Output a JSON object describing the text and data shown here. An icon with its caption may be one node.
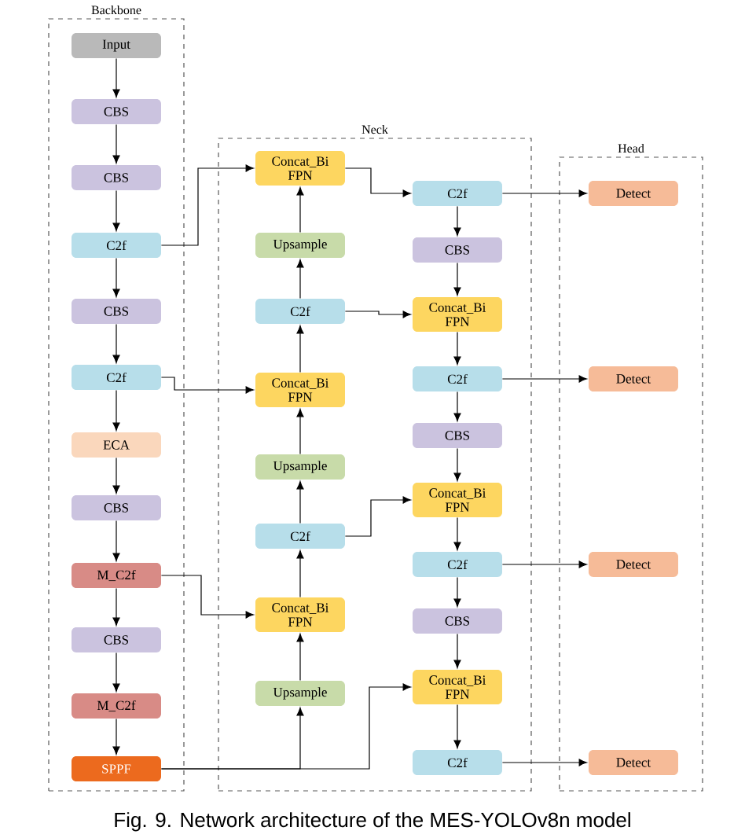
{
  "diagram": {
    "caption": "Fig. 9. Network architecture of the MES-YOLOv8n model",
    "nodes": [
      {
        "text": [
          "Backbone"
        ]
      },
      {
        "text": [
          "Input"
        ],
        "in": 0
      },
      {
        "text": [
          "CBS"
        ],
        "in": 0
      },
      {
        "text": [
          "CBS"
        ],
        "in": 0
      },
      {
        "text": [
          "C2f"
        ],
        "in": 0
      },
      {
        "text": [
          "CBS"
        ],
        "in": 0
      },
      {
        "text": [
          "C2f"
        ],
        "in": 0
      },
      {
        "text": [
          "ECA"
        ],
        "in": 0
      },
      {
        "text": [
          "CBS"
        ],
        "in": 0
      },
      {
        "text": [
          "M_C2f"
        ],
        "in": 0
      },
      {
        "text": [
          "CBS"
        ],
        "in": 0
      },
      {
        "text": [
          "M_C2f"
        ],
        "in": 0
      },
      {
        "text": [
          "SPPF"
        ],
        "in": 0
      },
      {
        "text": [
          "Neck"
        ]
      },
      {
        "text": [
          "Concat_Bi FPN"
        ],
        "in": 13
      },
      {
        "text": [
          "Upsample"
        ],
        "in": 13
      },
      {
        "text": [
          "C2f"
        ],
        "in": 13
      },
      {
        "text": [
          "Concat_Bi FPN"
        ],
        "in": 13
      },
      {
        "text": [
          "Upsample"
        ],
        "in": 13
      },
      {
        "text": [
          "C2f"
        ],
        "in": 13
      },
      {
        "text": [
          "Concat_Bi FPN"
        ],
        "in": 13
      },
      {
        "text": [
          "Upsample"
        ],
        "in": 13
      },
      {
        "text": [
          "C2f"
        ],
        "in": 13
      },
      {
        "text": [
          "CBS"
        ],
        "in": 13
      },
      {
        "text": [
          "Concat_Bi FPN"
        ],
        "in": 13
      },
      {
        "text": [
          "C2f"
        ],
        "in": 13
      },
      {
        "text": [
          "CBS"
        ],
        "in": 13
      },
      {
        "text": [
          "Concat_Bi FPN"
        ],
        "in": 13
      },
      {
        "text": [
          "C2f"
        ],
        "in": 13
      },
      {
        "text": [
          "CBS"
        ],
        "in": 13
      },
      {
        "text": [
          "Concat_Bi FPN"
        ],
        "in": 13
      },
      {
        "text": [
          "C2f"
        ],
        "in": 13
      },
      {
        "text": [
          "Head"
        ]
      },
      {
        "text": [
          "Detect"
        ],
        "in": 32
      },
      {
        "text": [
          "Detect"
        ],
        "in": 32
      },
      {
        "text": [
          "Detect"
        ],
        "in": 32
      },
      {
        "text": [
          "Detect"
        ],
        "in": 32
      }
    ],
    "edges": [
      {
        "from": 1,
        "to": 2,
        "arrow": "to"
      },
      {
        "from": 2,
        "to": 3,
        "arrow": "to"
      },
      {
        "from": 3,
        "to": 4,
        "arrow": "to"
      },
      {
        "from": 4,
        "to": 5,
        "arrow": "to"
      },
      {
        "from": 5,
        "to": 6,
        "arrow": "to"
      },
      {
        "from": 6,
        "to": 7,
        "arrow": "to"
      },
      {
        "from": 7,
        "to": 8,
        "arrow": "to"
      },
      {
        "from": 8,
        "to": 9,
        "arrow": "to"
      },
      {
        "from": 9,
        "to": 10,
        "arrow": "to"
      },
      {
        "from": 10,
        "to": 11,
        "arrow": "to"
      },
      {
        "from": 11,
        "to": 12,
        "arrow": "to"
      },
      {
        "from": 4,
        "to": 14,
        "arrow": "to"
      },
      {
        "from": 6,
        "to": 17,
        "arrow": "to"
      },
      {
        "from": 9,
        "to": 20,
        "arrow": "to"
      },
      {
        "from": 12,
        "to": 21,
        "arrow": "to"
      },
      {
        "from": 12,
        "to": 30,
        "arrow": "to"
      },
      {
        "from": 21,
        "to": 20,
        "arrow": "to"
      },
      {
        "from": 20,
        "to": 19,
        "arrow": "to"
      },
      {
        "from": 19,
        "to": 18,
        "arrow": "to"
      },
      {
        "from": 18,
        "to": 17,
        "arrow": "to"
      },
      {
        "from": 17,
        "to": 16,
        "arrow": "to"
      },
      {
        "from": 16,
        "to": 15,
        "arrow": "to"
      },
      {
        "from": 15,
        "to": 14,
        "arrow": "to"
      },
      {
        "from": 14,
        "to": 22,
        "arrow": "to"
      },
      {
        "from": 16,
        "to": 24,
        "arrow": "to"
      },
      {
        "from": 19,
        "to": 27,
        "arrow": "to"
      },
      {
        "from": 22,
        "to": 23,
        "arrow": "to"
      },
      {
        "from": 23,
        "to": 24,
        "arrow": "to"
      },
      {
        "from": 24,
        "to": 25,
        "arrow": "to"
      },
      {
        "from": 25,
        "to": 26,
        "arrow": "to"
      },
      {
        "from": 26,
        "to": 27,
        "arrow": "to"
      },
      {
        "from": 27,
        "to": 28,
        "arrow": "to"
      },
      {
        "from": 28,
        "to": 29,
        "arrow": "to"
      },
      {
        "from": 29,
        "to": 30,
        "arrow": "to"
      },
      {
        "from": 30,
        "to": 31,
        "arrow": "to"
      },
      {
        "from": 22,
        "to": 33,
        "arrow": "to"
      },
      {
        "from": 25,
        "to": 34,
        "arrow": "to"
      },
      {
        "from": 28,
        "to": 35,
        "arrow": "to"
      },
      {
        "from": 31,
        "to": 36,
        "arrow": "to"
      }
    ]
  }
}
